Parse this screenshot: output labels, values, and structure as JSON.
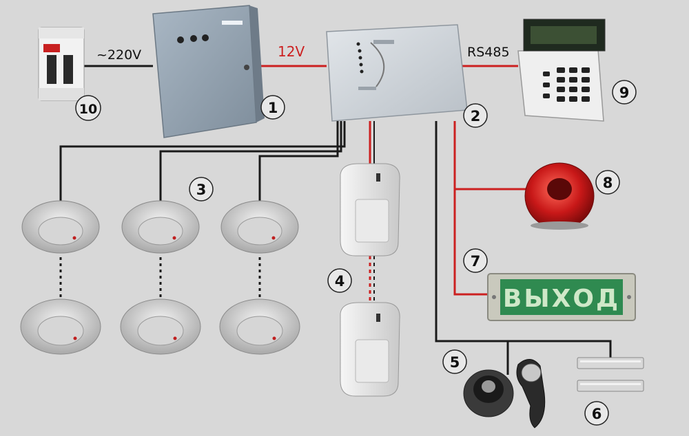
{
  "labels": {
    "voltage_ac": "~220V",
    "voltage_dc": "12V",
    "bus": "RS485",
    "exit_sign": "ВЫХОД"
  },
  "callouts": {
    "n1": "1",
    "n2": "2",
    "n3": "3",
    "n4": "4",
    "n5": "5",
    "n6": "6",
    "n7": "7",
    "n8": "8",
    "n9": "9",
    "n10": "10"
  },
  "colors": {
    "background": "#d8d8d8",
    "wire_dark": "#1a1a1a",
    "wire_red": "#cc2020",
    "exit_text": "#cfe8c8",
    "exit_bg": "#2f8a50"
  }
}
